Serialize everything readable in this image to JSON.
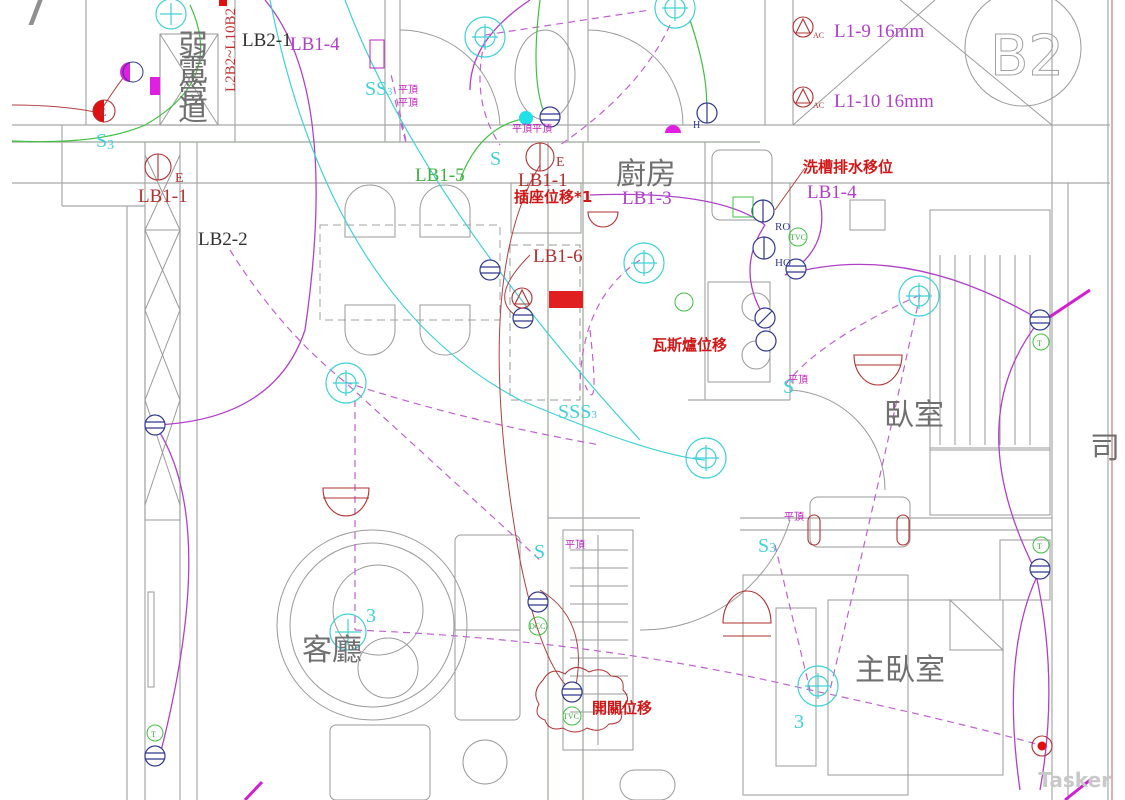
{
  "rooms": {
    "weak_current_shaft": [
      "弱",
      "電",
      "管",
      "道"
    ],
    "kitchen": "廚房",
    "bedroom": "臥室",
    "master_bedroom": "主臥室",
    "living_room": "客廳",
    "partial_right": "司",
    "grid_marker": "B2",
    "partial_top_left": "7"
  },
  "circuit_labels": {
    "lb2_1": "LB2-1",
    "lb1_4_top": "LB1-4",
    "lb1_1_top": "LB1-1",
    "lb1_1_left": "LB1-1",
    "lb2_2": "LB2-2",
    "lb1_5": "LB1-5",
    "lb1_3": "LB1-3",
    "lb1_4_right": "LB1-4",
    "lb1_6": "LB1-6",
    "vertical_tag": "L2B2~L10B2",
    "ac_l1_9": "L1-9  16mm",
    "ac_l1_10": "L1-10  16mm"
  },
  "change_notes": {
    "outlet_shift": "插座位移*1",
    "sink_drain_shift": "洗槽排水移位",
    "gas_stove_shift": "瓦斯爐位移",
    "switch_shift": "開關位移"
  },
  "switch_labels": {
    "s3_top_left": "S",
    "s3_sub": "3",
    "ss3_top": "SS",
    "ss3_sub": "3",
    "s_kitchen_a": "S",
    "s_kitchen_b": "S",
    "sss3": "SSS",
    "sss3_sub": "3",
    "s3_living": "S",
    "s3_bedroom": "S",
    "s3_master": "S",
    "s3_bottom": "S",
    "s_kitchen_side": "S"
  },
  "ceiling_tags": {
    "flat_ceiling": "平頂",
    "flat_ceiling_multi": "平頂平頂"
  },
  "fixture_codes": {
    "ro": "RO",
    "ho": "HO",
    "tvc": "TVC",
    "dcc": "DCC",
    "t": "T",
    "e": "E",
    "h": "H",
    "ac": "AC",
    "lamp_count": "3"
  },
  "watermark": "Tasker",
  "colors": {
    "wall": "#a8a8a8",
    "wire_magenta": "#b040c8",
    "wire_cyan": "#40d0d8",
    "wire_green": "#40c040",
    "annotation_red": "#d01818",
    "outlet_blue": "#303890"
  }
}
